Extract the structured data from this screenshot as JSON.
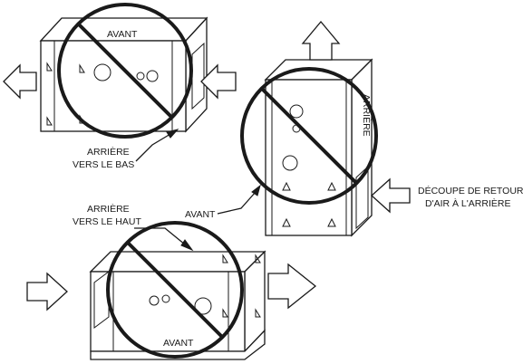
{
  "units": {
    "top_left": {
      "front_label": "AVANT",
      "callout_label_line1": "ARRIÈRE",
      "callout_label_line2": "VERS LE BAS"
    },
    "right_upright": {
      "front_callout_label": "AVANT",
      "rear_side_label": "ARRIÈRE",
      "return_label_line1": "DÉCOUPE DE RETOUR",
      "return_label_line2": "D'AIR À L'ARRIÈRE"
    },
    "bottom_left": {
      "callout_label_line1": "ARRIÈRE",
      "callout_label_line2": "VERS LE HAUT",
      "front_label": "AVANT"
    }
  },
  "colors": {
    "ink": "#1a1a1a",
    "fill": "#ffffff"
  }
}
